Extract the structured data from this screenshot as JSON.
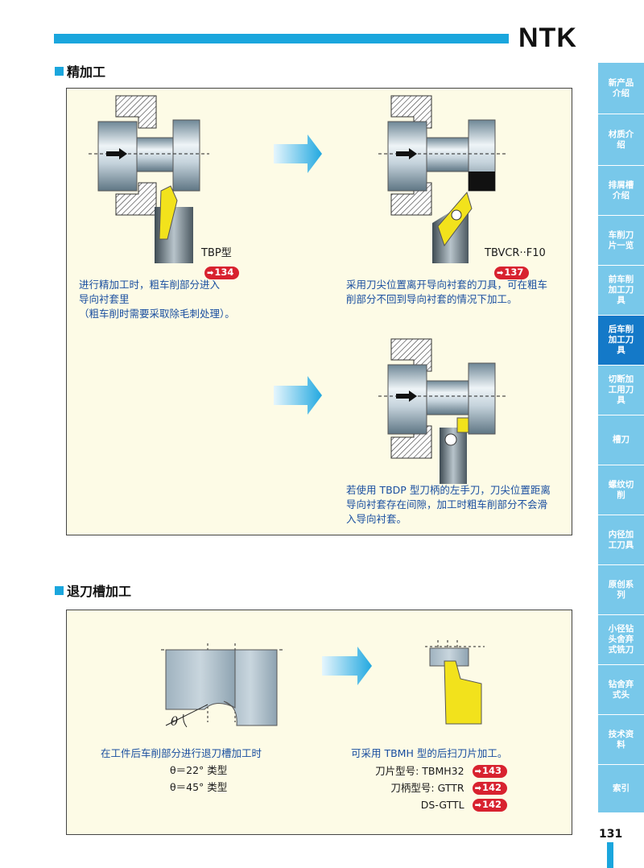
{
  "brand": "NTK",
  "page_number": "131",
  "section1": {
    "title": "精加工",
    "tbp": {
      "label": "TBP型",
      "ref": "134",
      "desc": [
        "进行精加工时，粗车削部分进入",
        "导向衬套里",
        "（粗车削时需要采取除毛刺处理）。"
      ]
    },
    "tbvcr": {
      "label": "TBVCR··F10",
      "ref": "137",
      "desc": [
        "采用刀尖位置离开导向衬套的刀具，可在粗车",
        "削部分不回到导向衬套的情况下加工。"
      ]
    },
    "tbdp": {
      "desc": [
        "若使用 TBDP 型刀柄的左手刀，刀尖位置距离",
        "导向衬套存在间隙，加工时粗车削部分不会滑",
        "入导向衬套。"
      ]
    }
  },
  "section2": {
    "title": "退刀槽加工",
    "theta": "θ",
    "left_desc": [
      "在工件后车削部分进行退刀槽加工时",
      "θ＝22° 类型",
      "θ＝45° 类型"
    ],
    "right_desc": "可采用 TBMH 型的后扫刀片加工。",
    "rows": [
      {
        "label": "刀片型号: TBMH32",
        "ref": "143"
      },
      {
        "label": "刀柄型号: GTTR",
        "ref": "142"
      },
      {
        "label": "DS-GTTL",
        "ref": "142"
      }
    ]
  },
  "sidebar": [
    {
      "label": "新产品介绍",
      "active": false
    },
    {
      "label": "材质介绍",
      "active": false
    },
    {
      "label": "排屑槽介绍",
      "active": false
    },
    {
      "label": "车削刀片一览",
      "active": false
    },
    {
      "label": "前车削加工刀具",
      "active": false
    },
    {
      "label": "后车削加工刀具",
      "active": true
    },
    {
      "label": "切断加工用刀具",
      "active": false
    },
    {
      "label": "槽刀",
      "active": false
    },
    {
      "label": "螺纹切削",
      "active": false
    },
    {
      "label": "内径加工刀具",
      "active": false
    },
    {
      "label": "原创系列",
      "active": false
    },
    {
      "label": "小径钻头舍弃式铣刀",
      "active": false
    },
    {
      "label": "钻舍弃式头",
      "active": false
    },
    {
      "label": "技术资料",
      "active": false
    },
    {
      "label": "索引",
      "active": false
    }
  ],
  "colors": {
    "accent": "#1aa6dd",
    "ref_red": "#d8222f",
    "panel_bg": "#fdfbe6",
    "tool_yellow": "#f2e21c",
    "text_blue": "#1a4fa0"
  }
}
